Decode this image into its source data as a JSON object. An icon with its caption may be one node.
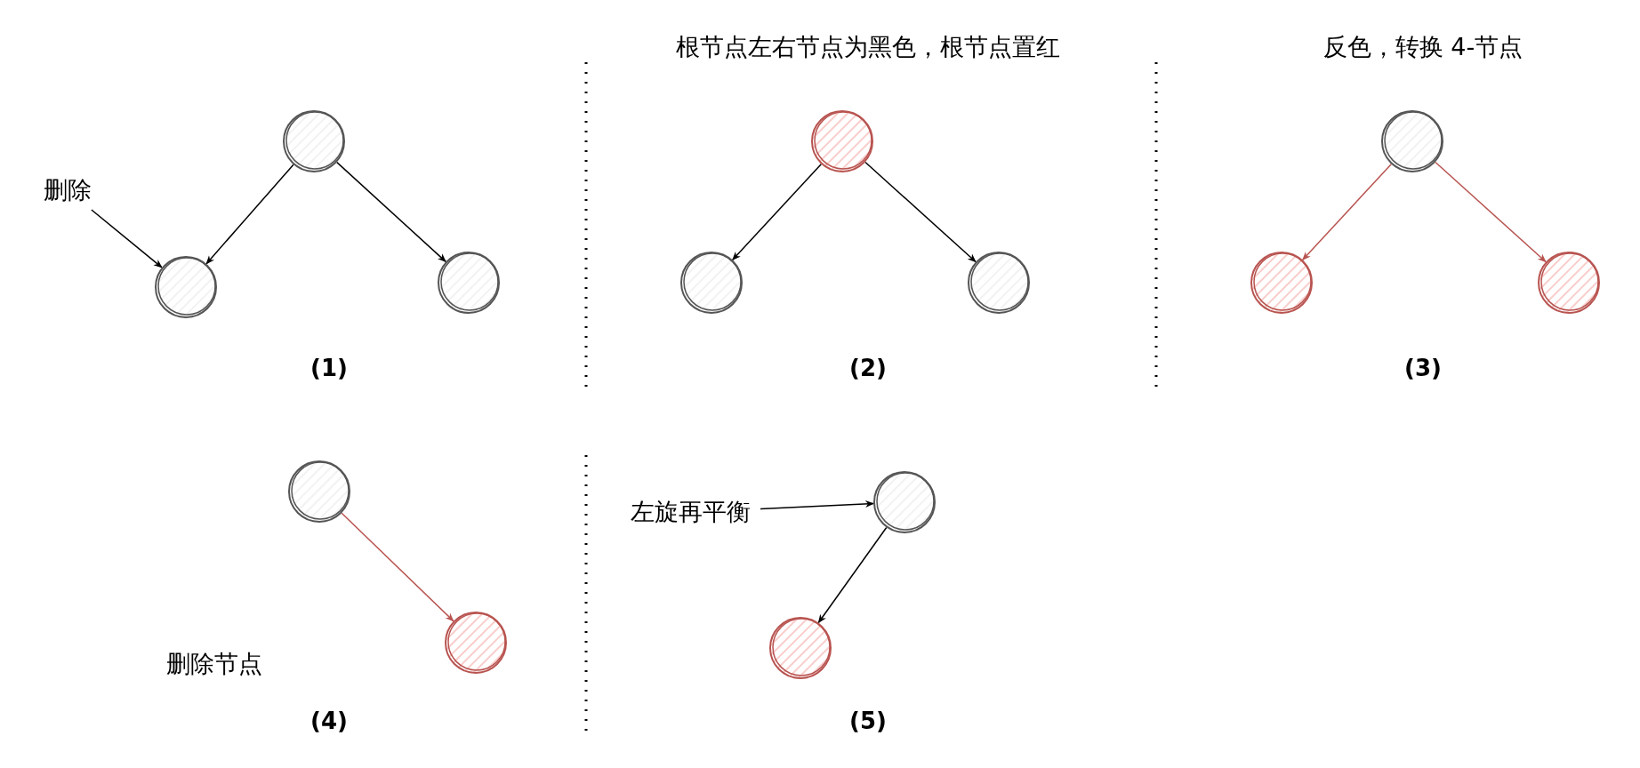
{
  "diagram": {
    "nodes": [
      {
        "text": [],
        "shape": "circle"
      },
      {
        "text": [
          "删除"
        ]
      },
      {
        "text": [],
        "shape": "circle"
      },
      {
        "text": [],
        "shape": "circle"
      },
      {
        "text": [],
        "shape": "circle"
      },
      {
        "text": [],
        "shape": "circle"
      },
      {
        "text": [],
        "shape": "circle"
      },
      {
        "text": [],
        "shape": "circle"
      },
      {
        "text": [],
        "shape": "circle"
      },
      {
        "text": [],
        "shape": "circle"
      },
      {
        "text": [],
        "shape": "circle"
      },
      {
        "text": [],
        "shape": "circle"
      },
      {
        "text": [
          "左旋再平衡"
        ]
      },
      {
        "text": [],
        "shape": "circle"
      },
      {
        "text": [],
        "shape": "circle"
      }
    ],
    "edges": [
      {
        "from": 0,
        "to": 2,
        "arrow": "to"
      },
      {
        "from": 0,
        "to": 3,
        "arrow": "to"
      },
      {
        "from": 1,
        "to": 2,
        "arrow": "to"
      },
      {
        "from": 4,
        "to": 5,
        "arrow": "to"
      },
      {
        "from": 4,
        "to": 6,
        "arrow": "to"
      },
      {
        "from": 7,
        "to": 8,
        "arrow": "to",
        "color": "#b85450"
      },
      {
        "from": 7,
        "to": 9,
        "arrow": "to",
        "color": "#b85450"
      },
      {
        "from": 10,
        "to": 11,
        "arrow": "to",
        "color": "#b85450"
      },
      {
        "from": 12,
        "to": 13,
        "arrow": "to"
      },
      {
        "from": 13,
        "to": 14,
        "arrow": "to"
      }
    ],
    "labels": [
      "根节点左右节点为黑色，根节点置红",
      "反色，转换 4-节点",
      "(1)",
      "(2)",
      "(3)",
      "删除节点",
      "(4)",
      "(5)"
    ]
  }
}
